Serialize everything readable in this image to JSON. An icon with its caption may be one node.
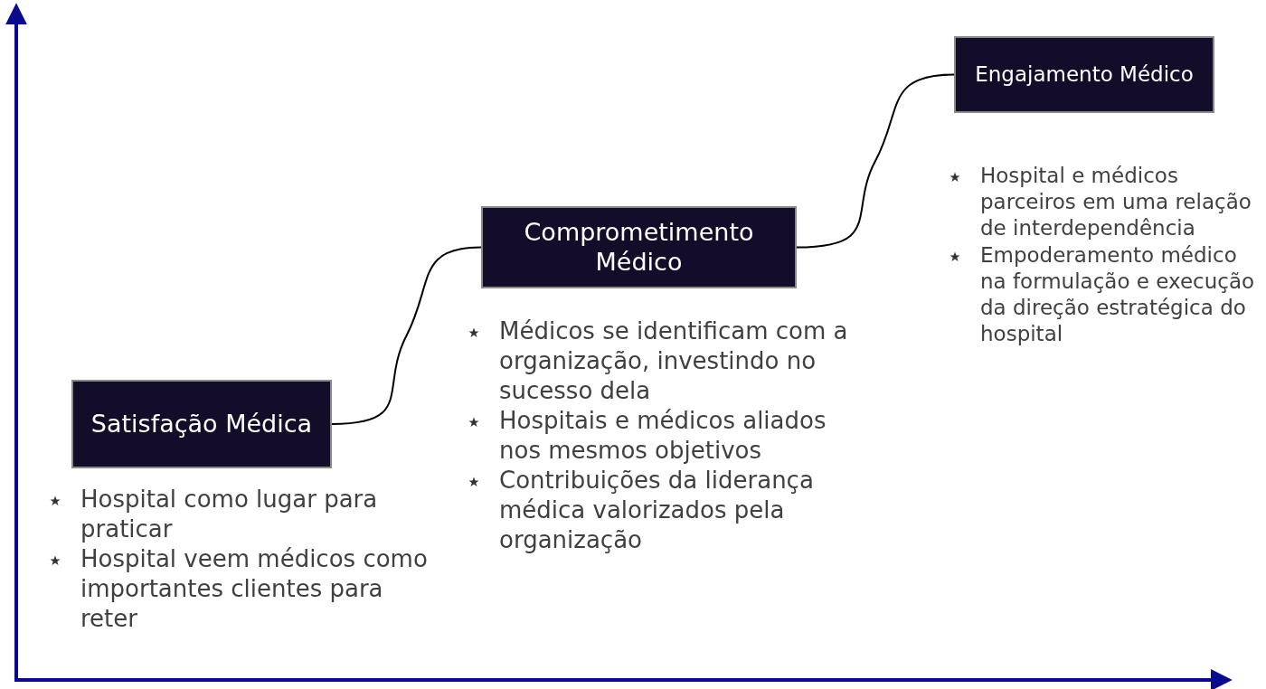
{
  "diagram": {
    "nodes": [
      {
        "text": [
          "Satisfação Médica"
        ],
        "beside": [
          "Hospital como lugar para praticar",
          "Hospital veem médicos como importantes clientes para reter"
        ]
      },
      {
        "text": [
          "Comprometimento Médico"
        ],
        "beside": [
          "Médicos se identificam com a organização, investindo no sucesso dela",
          "Hospitais e médicos aliados nos mesmos objetivos",
          "Contribuições  da liderança médica valorizados pela organização"
        ]
      },
      {
        "text": [
          "Engajamento Médico"
        ],
        "beside": [
          "Hospital e médicos parceiros em uma relação de interdependência",
          "Empoderamento médico na formulação e execução da direção estratégica do hospital"
        ]
      }
    ],
    "edges": [
      {
        "from": 0,
        "to": 1,
        "arrow": "none"
      },
      {
        "from": 1,
        "to": 2,
        "arrow": "none"
      }
    ]
  }
}
